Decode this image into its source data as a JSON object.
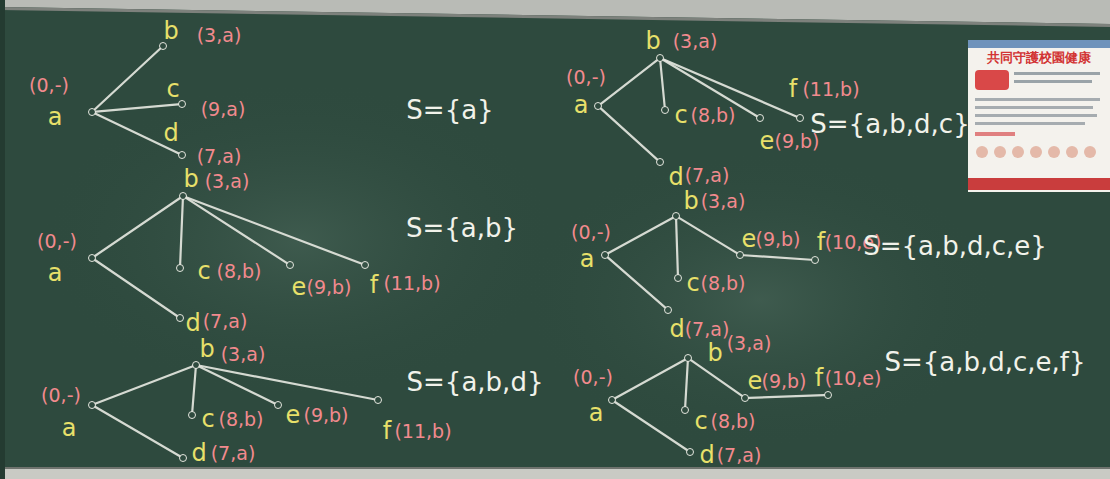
{
  "diagram": {
    "nodes": [
      {
        "text": [
          "a",
          "(0,-)"
        ]
      },
      {
        "text": [
          "b",
          "(3,a)"
        ]
      },
      {
        "text": [
          "c",
          "(9,a)"
        ]
      },
      {
        "text": [
          "d",
          "(7,a)"
        ]
      },
      {
        "text": [
          "a",
          "(0,-)"
        ]
      },
      {
        "text": [
          "b",
          "(3,a)"
        ]
      },
      {
        "text": [
          "c",
          "(8,b)"
        ]
      },
      {
        "text": [
          "d",
          "(7,a)"
        ]
      },
      {
        "text": [
          "e",
          "(9,b)"
        ]
      },
      {
        "text": [
          "f",
          "(11,b)"
        ]
      },
      {
        "text": [
          "a",
          "(0,-)"
        ]
      },
      {
        "text": [
          "b",
          "(3,a)"
        ]
      },
      {
        "text": [
          "c",
          "(8,b)"
        ]
      },
      {
        "text": [
          "d",
          "(7,a)"
        ]
      },
      {
        "text": [
          "e",
          "(9,b)"
        ]
      },
      {
        "text": [
          "f",
          "(11,b)"
        ]
      },
      {
        "text": [
          "a",
          "(0,-)"
        ]
      },
      {
        "text": [
          "b",
          "(3,a)"
        ]
      },
      {
        "text": [
          "c",
          "(8,b)"
        ]
      },
      {
        "text": [
          "d",
          "(7,a)"
        ]
      },
      {
        "text": [
          "e",
          "(9,b)"
        ]
      },
      {
        "text": [
          "f",
          "(11,b)"
        ]
      },
      {
        "text": [
          "a",
          "(0,-)"
        ]
      },
      {
        "text": [
          "b",
          "(3,a)"
        ]
      },
      {
        "text": [
          "c",
          "(8,b)"
        ]
      },
      {
        "text": [
          "d",
          "(7,a)"
        ]
      },
      {
        "text": [
          "e",
          "(9,b)"
        ]
      },
      {
        "text": [
          "f",
          "(10,e)"
        ]
      },
      {
        "text": [
          "a",
          "(0,-)"
        ]
      },
      {
        "text": [
          "b",
          "(3,a)"
        ]
      },
      {
        "text": [
          "c",
          "(8,b)"
        ]
      },
      {
        "text": [
          "d",
          "(7,a)"
        ]
      },
      {
        "text": [
          "e",
          "(9,b)"
        ]
      },
      {
        "text": [
          "f",
          "(10,e)"
        ]
      }
    ],
    "edges": [
      {
        "from": 0,
        "to": 1,
        "arrow": "none"
      },
      {
        "from": 0,
        "to": 2,
        "arrow": "none"
      },
      {
        "from": 0,
        "to": 3,
        "arrow": "none"
      },
      {
        "from": 4,
        "to": 5,
        "arrow": "none"
      },
      {
        "from": 4,
        "to": 7,
        "arrow": "none"
      },
      {
        "from": 5,
        "to": 6,
        "arrow": "none"
      },
      {
        "from": 5,
        "to": 8,
        "arrow": "none"
      },
      {
        "from": 5,
        "to": 9,
        "arrow": "none"
      },
      {
        "from": 10,
        "to": 11,
        "arrow": "none"
      },
      {
        "from": 10,
        "to": 13,
        "arrow": "none"
      },
      {
        "from": 11,
        "to": 12,
        "arrow": "none"
      },
      {
        "from": 11,
        "to": 14,
        "arrow": "none"
      },
      {
        "from": 11,
        "to": 15,
        "arrow": "none"
      },
      {
        "from": 16,
        "to": 17,
        "arrow": "none"
      },
      {
        "from": 16,
        "to": 19,
        "arrow": "none"
      },
      {
        "from": 17,
        "to": 18,
        "arrow": "none"
      },
      {
        "from": 17,
        "to": 20,
        "arrow": "none"
      },
      {
        "from": 17,
        "to": 21,
        "arrow": "none"
      },
      {
        "from": 22,
        "to": 23,
        "arrow": "none"
      },
      {
        "from": 22,
        "to": 25,
        "arrow": "none"
      },
      {
        "from": 23,
        "to": 24,
        "arrow": "none"
      },
      {
        "from": 23,
        "to": 26,
        "arrow": "none"
      },
      {
        "from": 26,
        "to": 27,
        "arrow": "none"
      },
      {
        "from": 28,
        "to": 29,
        "arrow": "none"
      },
      {
        "from": 28,
        "to": 31,
        "arrow": "none"
      },
      {
        "from": 29,
        "to": 30,
        "arrow": "none"
      },
      {
        "from": 29,
        "to": 32,
        "arrow": "none"
      },
      {
        "from": 32,
        "to": 33,
        "arrow": "none"
      }
    ],
    "labels": [
      "S={a}",
      "S={a,b}",
      "S={a,b,d}",
      "S={a,b,d,c}",
      "S={a,b,d,c,e}",
      "S={a,b,d,c,e,f}",
      "共同守護校園健康"
    ]
  }
}
